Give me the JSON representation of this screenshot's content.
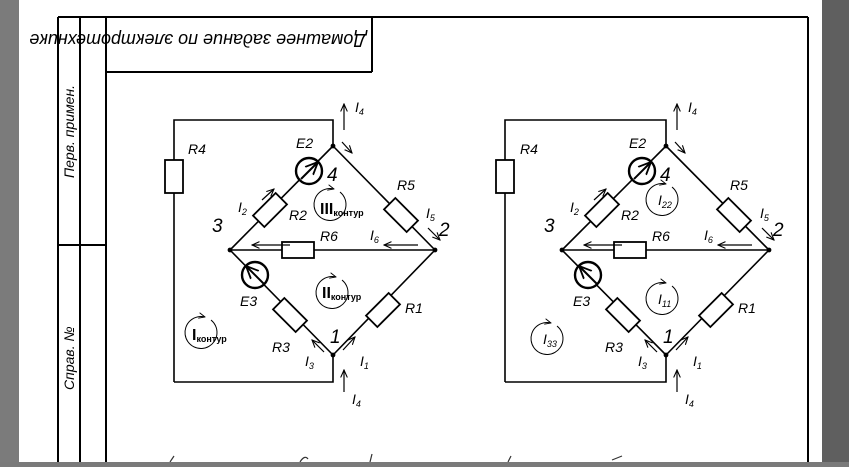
{
  "sheet": {
    "title": "Домашнее задание по электротехнике",
    "side_top": "Перв. примен.",
    "side_bottom": "Справ. №"
  },
  "left_circuit": {
    "resistors": [
      "R4",
      "R2",
      "R5",
      "R6",
      "R1",
      "R3"
    ],
    "sources": [
      "E2",
      "E3"
    ],
    "nodes": [
      "4",
      "3",
      "2",
      "1"
    ],
    "currents": {
      "i4_top": {
        "main": "I",
        "sub": "4"
      },
      "i2": {
        "main": "I",
        "sub": "2"
      },
      "i5": {
        "main": "I",
        "sub": "5"
      },
      "i6": {
        "main": "I",
        "sub": "6"
      },
      "i3": {
        "main": "I",
        "sub": "3"
      },
      "i1": {
        "main": "I",
        "sub": "1"
      },
      "i4_bottom": {
        "main": "I",
        "sub": "4"
      }
    },
    "loops": [
      {
        "main": "III",
        "sub": "контур"
      },
      {
        "main": "II",
        "sub": "контур"
      },
      {
        "main": "I",
        "sub": "контур"
      }
    ]
  },
  "right_circuit": {
    "resistors": [
      "R4",
      "R2",
      "R5",
      "R6",
      "R1",
      "R3"
    ],
    "sources": [
      "E2",
      "E3"
    ],
    "nodes": [
      "4",
      "3",
      "2",
      "1"
    ],
    "currents": {
      "i4_top": {
        "main": "I",
        "sub": "4"
      },
      "i2": {
        "main": "I",
        "sub": "2"
      },
      "i5": {
        "main": "I",
        "sub": "5"
      },
      "i6": {
        "main": "I",
        "sub": "6"
      },
      "i3": {
        "main": "I",
        "sub": "3"
      },
      "i1": {
        "main": "I",
        "sub": "1"
      },
      "i4_bottom": {
        "main": "I",
        "sub": "4"
      }
    },
    "loops": [
      {
        "main": "I",
        "sub": "22"
      },
      {
        "main": "I",
        "sub": "11"
      },
      {
        "main": "I",
        "sub": "33"
      }
    ]
  }
}
